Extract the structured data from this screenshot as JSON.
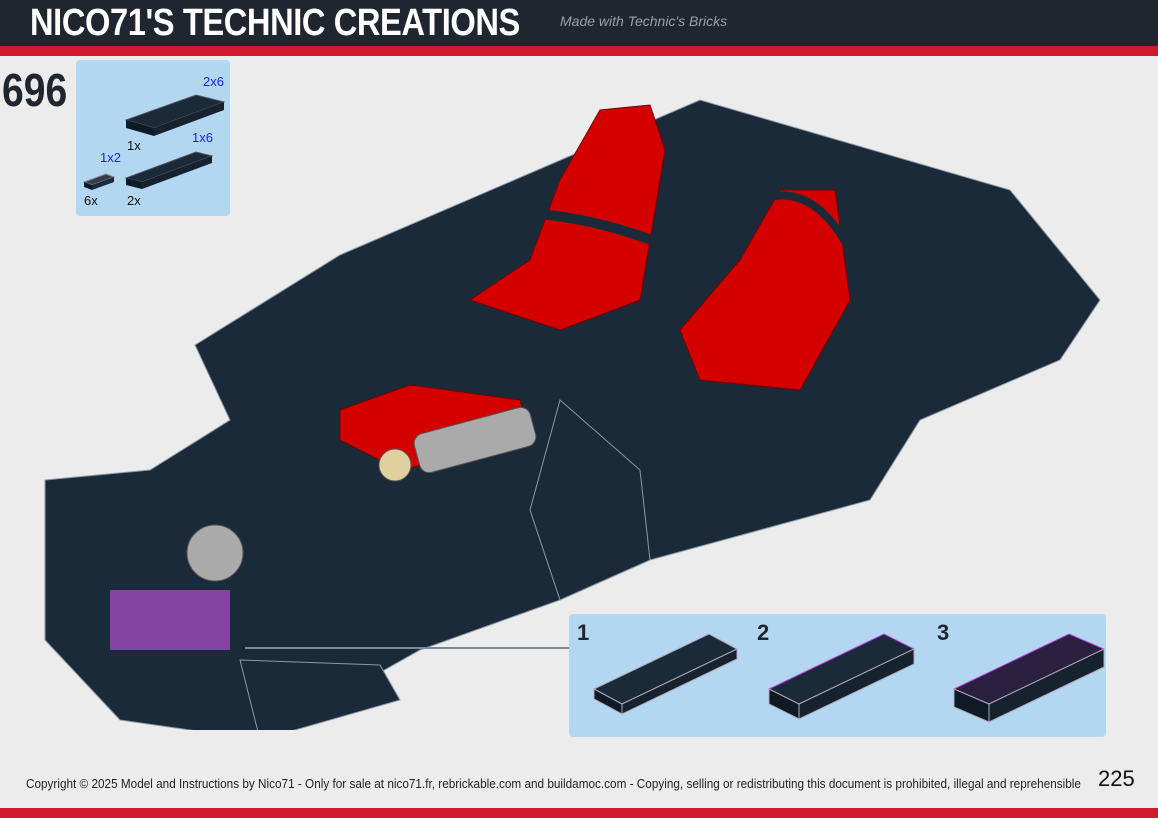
{
  "header": {
    "title": "NICO71'S TECHNIC CREATIONS",
    "subtitle": "Made with Technic's Bricks"
  },
  "step": {
    "number": "696"
  },
  "parts_list": [
    {
      "size": "2x6",
      "qty": "1x"
    },
    {
      "size": "1x6",
      "qty": "2x"
    },
    {
      "size": "1x2",
      "qty": "6x"
    }
  ],
  "callout": {
    "steps": [
      "1",
      "2",
      "3"
    ]
  },
  "footer": {
    "copyright": "Copyright © 2025 Model and Instructions by Nico71 - Only for sale at nico71.fr, rebrickable.com and buildamoc.com - Copying, selling or redistributing this document is prohibited, illegal and reprehensible",
    "page": "225"
  },
  "colors": {
    "header": "#1f2630",
    "accent": "#d0182f",
    "panel": "#b3d7f0",
    "brick": "#1b2a38",
    "seat": "#d40000",
    "highlight": "#c040e0"
  }
}
